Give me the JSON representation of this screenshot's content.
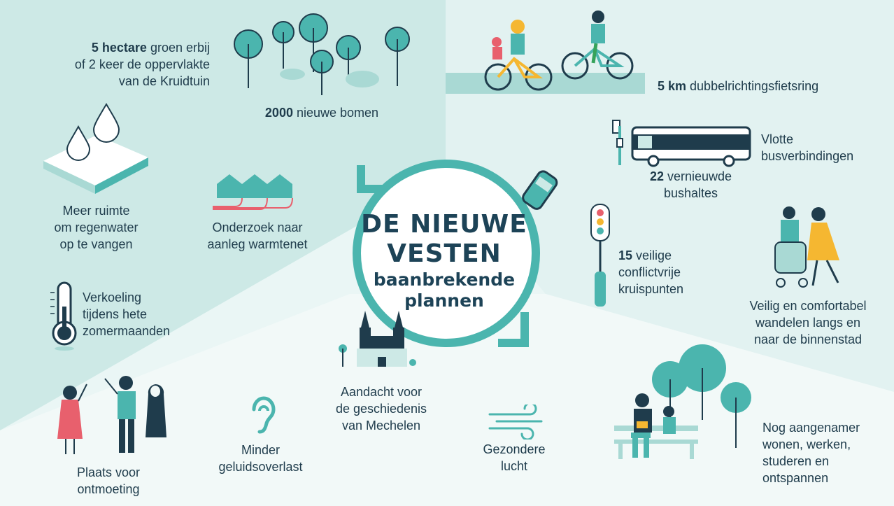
{
  "title": {
    "line1": "DE NIEUWE",
    "line2": "VESTEN",
    "line3": "baanbrekende",
    "line4": "plannen"
  },
  "items": {
    "green_area": {
      "bold": "5 hectare",
      "l1": " groen erbij",
      "l2": "of 2 keer de oppervlakte",
      "l3": "van de Kruidtuin"
    },
    "trees": {
      "bold": "2000",
      "rest": " nieuwe bomen"
    },
    "bike_ring": {
      "bold": "5 km",
      "rest": " dubbelrichtingsfietsring"
    },
    "bus": {
      "l1": "Vlotte",
      "l2": "busverbindingen"
    },
    "bus_stops": {
      "bold": "22",
      "l1": " vernieuwde",
      "l2": "bushaltes"
    },
    "rainwater": {
      "l1": "Meer ruimte",
      "l2": "om regenwater",
      "l3": "op te vangen"
    },
    "heat_network": {
      "l1": "Onderzoek naar",
      "l2": "aanleg warmtenet"
    },
    "crossings": {
      "bold": "15",
      "l1": " veilige",
      "l2": "conflictvrije",
      "l3": "kruispunten"
    },
    "walking": {
      "l1": "Veilig en comfortabel",
      "l2": "wandelen langs en",
      "l3": "naar de binnenstad"
    },
    "cooling": {
      "l1": "Verkoeling",
      "l2": "tijdens hete",
      "l3": "zomermaanden"
    },
    "history": {
      "l1": "Aandacht voor",
      "l2": "de geschiedenis",
      "l3": "van Mechelen"
    },
    "meeting": {
      "l1": "Plaats voor",
      "l2": "ontmoeting"
    },
    "noise": {
      "l1": "Minder",
      "l2": "geluidsoverlast"
    },
    "air": {
      "l1": "Gezondere",
      "l2": "lucht"
    },
    "living": {
      "l1": "Nog aangenamer",
      "l2": "wonen, werken,",
      "l3": "studeren en",
      "l4": "ontspannen"
    }
  },
  "colors": {
    "teal": "#4bb5ae",
    "dark": "#1f3c4c",
    "bg_light": "#e6f4f3",
    "bg_mid": "#cbe9e6"
  }
}
